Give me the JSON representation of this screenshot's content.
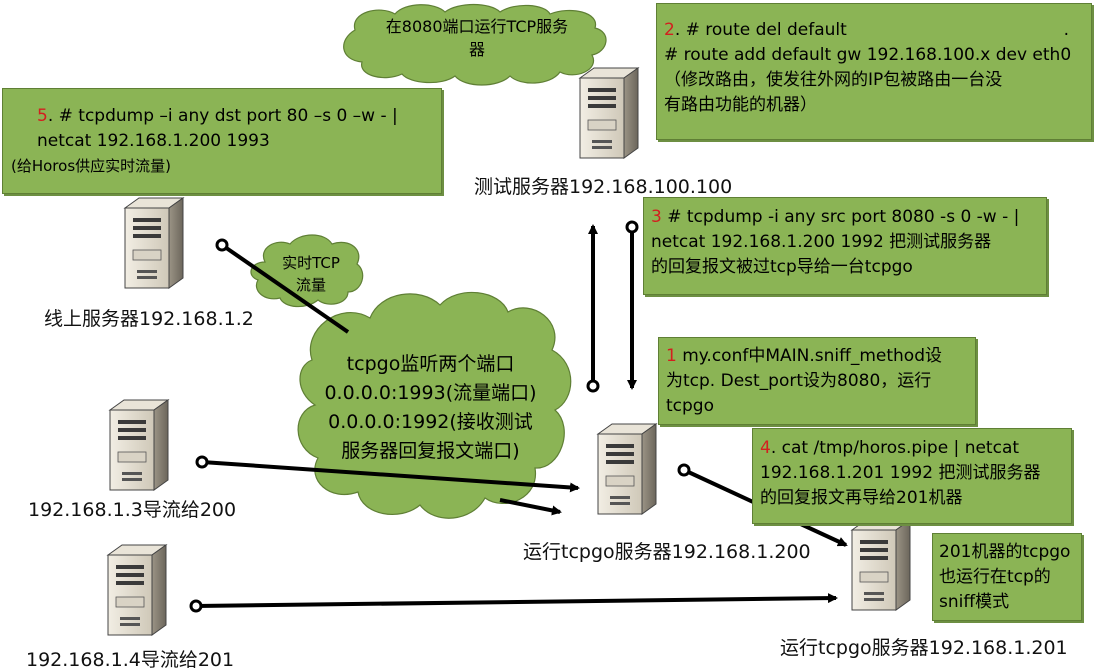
{
  "clouds": {
    "top": [
      "在8080端口运行TCP服务",
      "器"
    ],
    "realtime": [
      "实时TCP",
      "流量"
    ],
    "main": [
      "tcpgo监听两个端口",
      "0.0.0.0:1993(流量端口)",
      "0.0.0.0:1992(接收测试",
      "服务器回复报文端口)"
    ]
  },
  "steps": {
    "step2": {
      "num": "2",
      "lines": [
        ". # route del default",
        " # route add default gw 192.168.100.x dev eth0",
        "（修改路由，使发往外网的IP包被路由一台没",
        "有路由功能的机器）"
      ],
      "trailing_dot": "."
    },
    "step5": {
      "num": "5",
      "lines": [
        ". # tcpdump –i any dst port 80 –s 0 –w - |",
        "netcat 192.168.1.200 1993",
        "(给Horos供应实时流量)"
      ]
    },
    "step3": {
      "num": "3",
      "lines": [
        " # tcpdump -i any src port 8080 -s 0 -w - |",
        "netcat 192.168.1.200 1992  把测试服务器",
        "的回复报文被过tcp导给一台tcpgo"
      ]
    },
    "step1": {
      "num": "1",
      "lines": [
        " my.conf中MAIN.sniff_method设",
        "为tcp. Dest_port设为8080，运行",
        "tcpgo"
      ]
    },
    "step4": {
      "num": "4",
      "lines": [
        ". cat /tmp/horos.pipe  |  netcat",
        "192.168.1.201 1992 把测试服务器",
        "的回复报文再导给201机器"
      ]
    },
    "note201": {
      "lines": [
        "201机器的tcpgo",
        "也运行在tcp的",
        "sniff模式"
      ]
    }
  },
  "servers": {
    "test": "测试服务器192.168.100.100",
    "online": "线上服务器192.168.1.2",
    "s13": "192.168.1.3导流给200",
    "s14": "192.168.1.4导流给201",
    "s200": "运行tcpgo服务器192.168.1.200",
    "s201": "运行tcpgo服务器192.168.1.201"
  }
}
